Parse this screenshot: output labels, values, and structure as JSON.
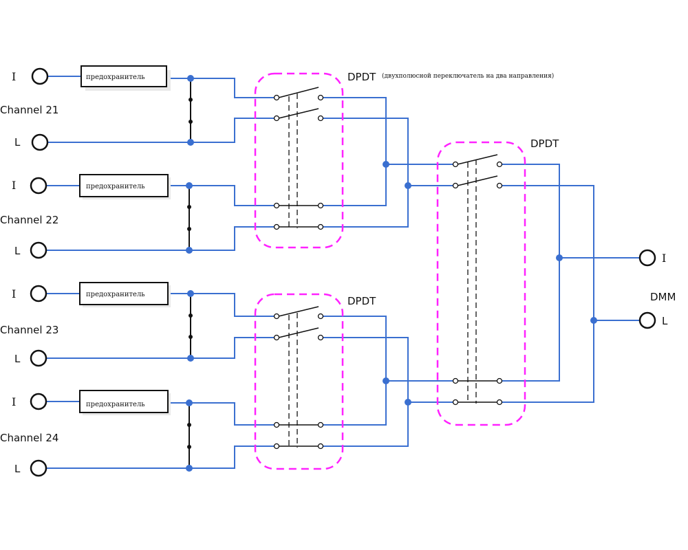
{
  "channels": [
    {
      "name": "Channel 21",
      "i_label": "I",
      "l_label": "L",
      "fuse_label": "предохранитель"
    },
    {
      "name": "Channel 22",
      "i_label": "I",
      "l_label": "L",
      "fuse_label": "предохранитель"
    },
    {
      "name": "Channel 23",
      "i_label": "I",
      "l_label": "L",
      "fuse_label": "предохранитель"
    },
    {
      "name": "Channel 24",
      "i_label": "I",
      "l_label": "L",
      "fuse_label": "предохранитель"
    }
  ],
  "switches": {
    "top": {
      "label": "DPDT",
      "note": "(двухполюсной переключатель на два направления)"
    },
    "bottom": {
      "label": "DPDT"
    },
    "right": {
      "label": "DPDT"
    }
  },
  "dmm": {
    "label": "DMM",
    "i_label": "I",
    "l_label": "L"
  },
  "colors": {
    "wire": "#3a6fd0",
    "dpdt_outline": "#ff22ff",
    "component": "#111111"
  }
}
